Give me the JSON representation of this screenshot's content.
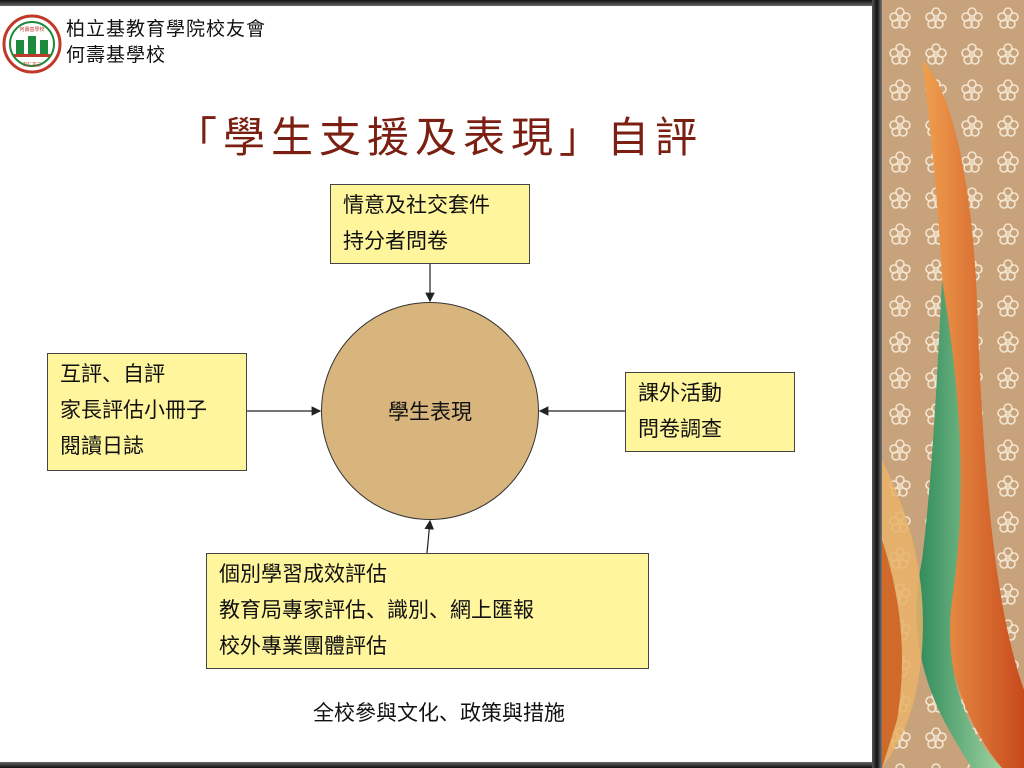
{
  "header": {
    "org_line1": "柏立基教育學院校友會",
    "org_line2": "何壽基學校",
    "logo_text_top": "何壽基學校",
    "logo_text_bottom": "友仁克己"
  },
  "title": "「學生支援及表現」自評",
  "center": "學生表現",
  "boxes": {
    "top": {
      "line1": "情意及社交套件",
      "line2": "持分者問卷"
    },
    "left": {
      "line1": "互評、自評",
      "line2": "家長評估小冊子",
      "line3": "閱讀日誌"
    },
    "right": {
      "line1": "課外活動",
      "line2": "問卷調查"
    },
    "bottom": {
      "line1": "個別學習成效評估",
      "line2": "教育局專家評估、識別、網上匯報",
      "line3": "校外專業團體評估"
    }
  },
  "footer": "全校參與文化、政策與措施",
  "colors": {
    "title": "#7a1f12",
    "box_fill": "#fff59c",
    "circle_fill": "#d8b57d"
  }
}
